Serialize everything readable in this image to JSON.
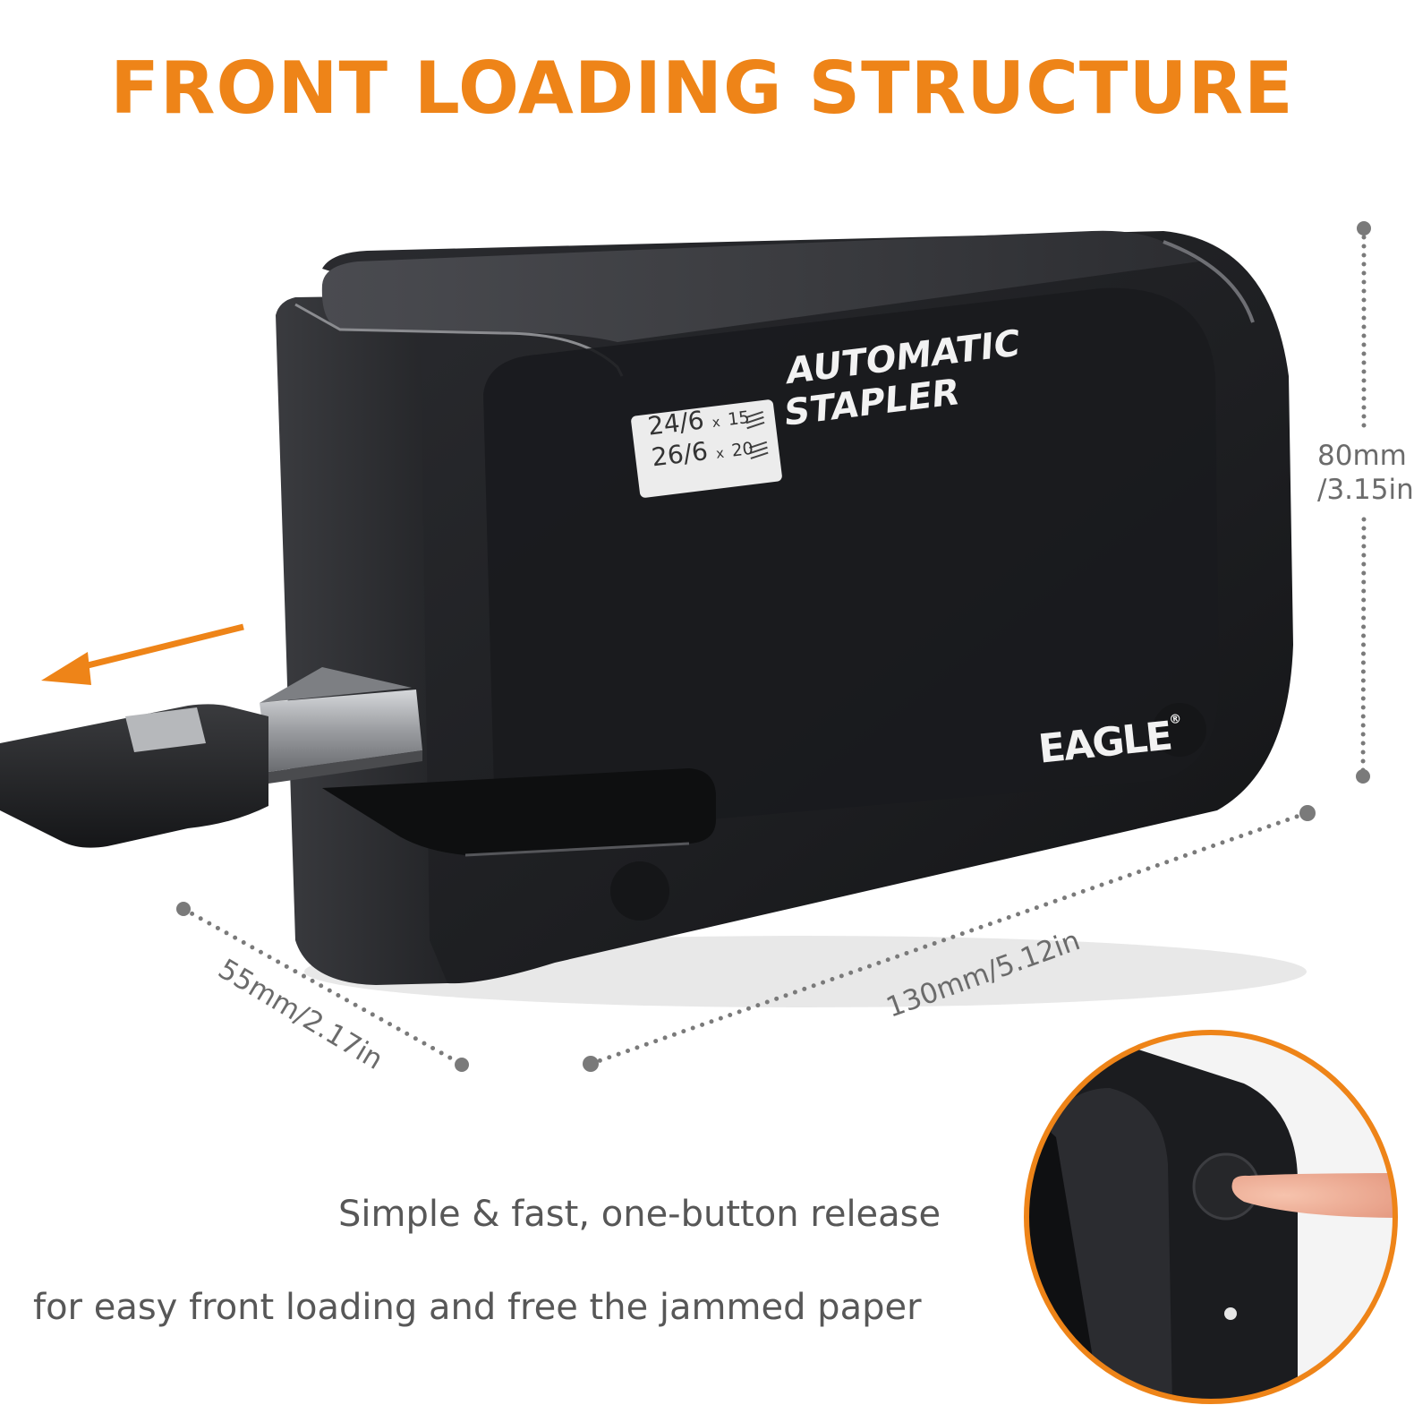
{
  "headline": "FRONT LOADING STRUCTURE",
  "colors": {
    "accent": "#ee8418",
    "body": "#1f2023",
    "text_gray": "#575757"
  },
  "product_label": {
    "row1_size": "24/6",
    "row1_x": "x",
    "row1_count": "15",
    "row2_size": "26/6",
    "row2_x": "x",
    "row2_count": "20",
    "title_line1": "AUTOMATIC",
    "title_line2": "STAPLER"
  },
  "brand": {
    "name": "EAGLE",
    "reg_mark": "®"
  },
  "dimensions": {
    "height_line1": "80mm",
    "height_line2": "/3.15in",
    "length": "130mm/5.12in",
    "depth": "55mm/2.17in"
  },
  "captions": {
    "line1": "Simple & fast, one-button release",
    "line2": "for easy front loading and free the jammed paper"
  },
  "icons": {
    "direction_arrow": "arrow-left-icon",
    "zoom_inset": "button-closeup-inset"
  }
}
